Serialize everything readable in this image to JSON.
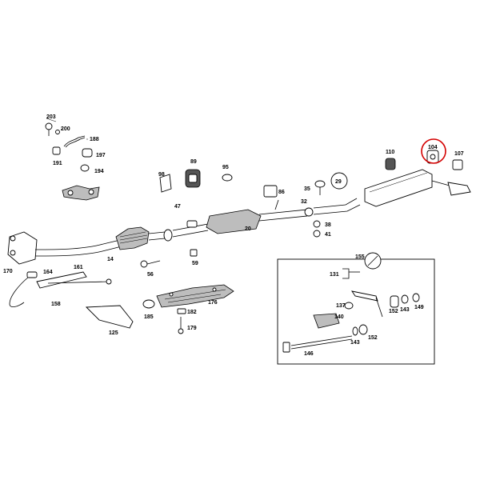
{
  "diagram": {
    "highlight": {
      "label": "104",
      "color": "#d40000"
    },
    "labels": {
      "l203": "203",
      "l200": "200",
      "l188": "188",
      "l191": "191",
      "l197": "197",
      "l194": "194",
      "l89": "89",
      "l95": "95",
      "l98": "98",
      "l86": "86",
      "l35": "35",
      "l29": "29",
      "l110": "110",
      "l104": "104",
      "l107": "107",
      "l47": "47",
      "l32": "32",
      "l20": "20",
      "l38": "38",
      "l41": "41",
      "l14": "14",
      "l59": "59",
      "l56": "56",
      "l170": "170",
      "l164": "164",
      "l161": "161",
      "l158": "158",
      "l185": "185",
      "l182": "182",
      "l176": "176",
      "l179": "179",
      "l125": "125",
      "l155": "155",
      "l131": "131",
      "l137": "137",
      "l140": "140",
      "l143a": "143",
      "l143b": "143",
      "l149": "149",
      "l152a": "152",
      "l152b": "152",
      "l146": "146"
    }
  }
}
